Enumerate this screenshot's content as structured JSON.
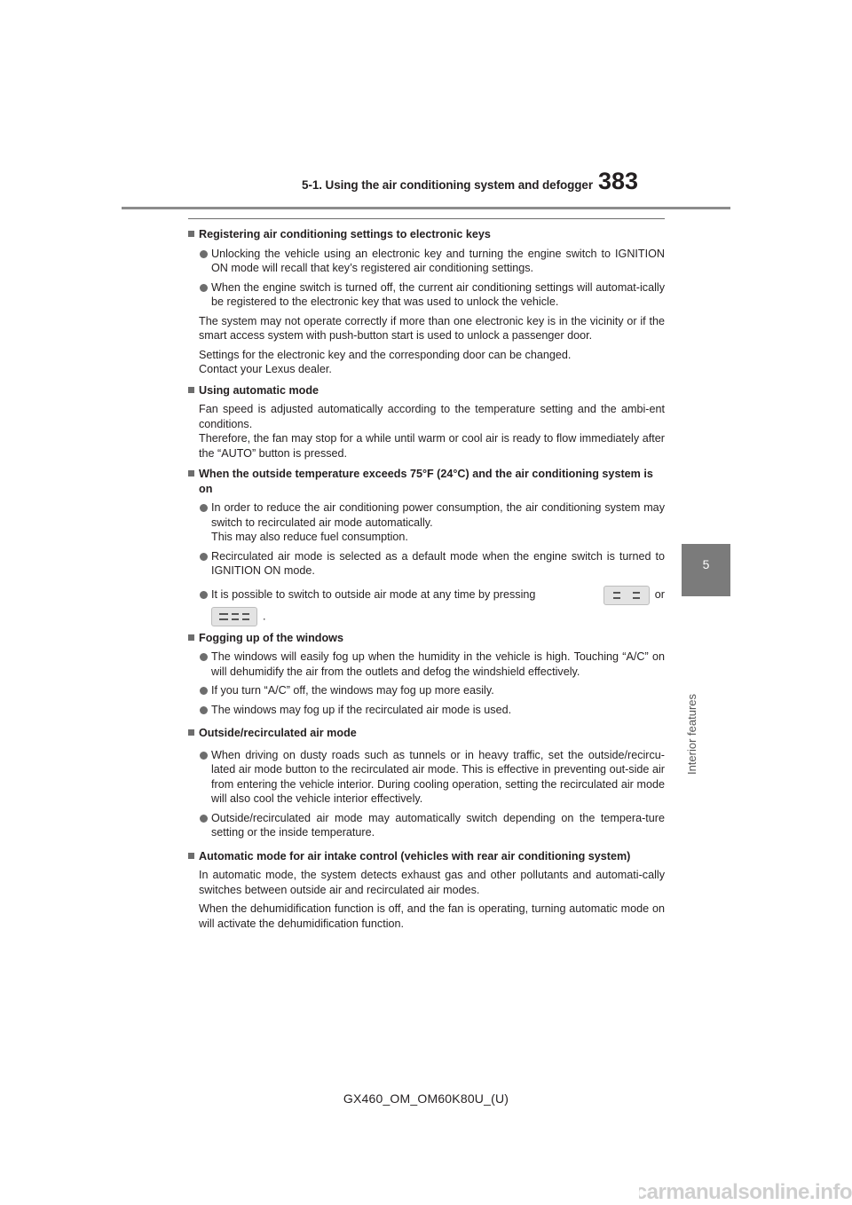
{
  "header": {
    "section_title": "5-1. Using the air conditioning system and defogger",
    "page_number": "383"
  },
  "side_tab": {
    "chapter_number": "5",
    "chapter_title": "Interior features"
  },
  "sections": {
    "registering": {
      "heading": "Registering air conditioning settings to electronic keys",
      "bullet1": "Unlocking the vehicle using an electronic key and turning the engine switch to IGNITION ON mode will recall that key’s registered air conditioning settings.",
      "bullet2": "When the engine switch is turned off, the current air conditioning settings will automat-ically be registered to the electronic key that was used to unlock the vehicle.",
      "para1": "The system may not operate correctly if more than one electronic key is in the vicinity or if the smart access system with push-button start is used to unlock a passenger door.",
      "para2_line1": "Settings for the electronic key and the corresponding door can be changed.",
      "para2_line2": "Contact your Lexus dealer."
    },
    "automatic": {
      "heading": "Using automatic mode",
      "para_line1": "Fan speed is adjusted automatically according to the temperature setting and the ambi-ent conditions.",
      "para_line2": "Therefore, the fan may stop for a while until warm or cool air is ready to flow immediately after the “AUTO” button is pressed."
    },
    "outside_temp": {
      "heading": "When the outside temperature exceeds 75°F (24°C) and the air conditioning system is on",
      "bullet1_line1": "In order to reduce the air conditioning power consumption, the air conditioning system may switch to recirculated air mode automatically.",
      "bullet1_line2": "This may also reduce fuel consumption.",
      "bullet2": "Recirculated air mode is selected as a default mode when the engine switch is turned to IGNITION ON mode.",
      "bullet3_pre": "It is possible to switch to outside air mode at any time by pressing",
      "bullet3_or": "or",
      "bullet3_end": "."
    },
    "fogging": {
      "heading": "Fogging up of the windows",
      "bullet1": "The windows will easily fog up when the humidity in the vehicle is high. Touching “A/C” on will dehumidify the air from the outlets and defog the windshield effectively.",
      "bullet2": "If you turn “A/C” off, the windows may fog up more easily.",
      "bullet3": "The windows may fog up if the recirculated air mode is used."
    },
    "outside_recirc": {
      "heading": "Outside/recirculated air mode",
      "bullet1": "When driving on dusty roads such as tunnels or in heavy traffic, set the outside/recircu-lated air mode button to the recirculated air mode. This is effective in preventing out-side air from entering the vehicle interior. During cooling operation, setting the recirculated air mode will also cool the vehicle interior effectively.",
      "bullet2": "Outside/recirculated air mode may automatically switch depending on the tempera-ture setting or the inside temperature."
    },
    "intake": {
      "heading": "Automatic mode for air intake control (vehicles with rear air conditioning system)",
      "para1": "In automatic mode, the system detects exhaust gas and other pollutants and automati-cally switches between outside air and recirculated air modes.",
      "para2": "When the dehumidification function is off, and the fan is operating, turning automatic mode on will activate the dehumidification function."
    }
  },
  "footer": {
    "code": "GX460_OM_OM60K80U_(U)",
    "watermark": "carmanualsonline.info"
  }
}
